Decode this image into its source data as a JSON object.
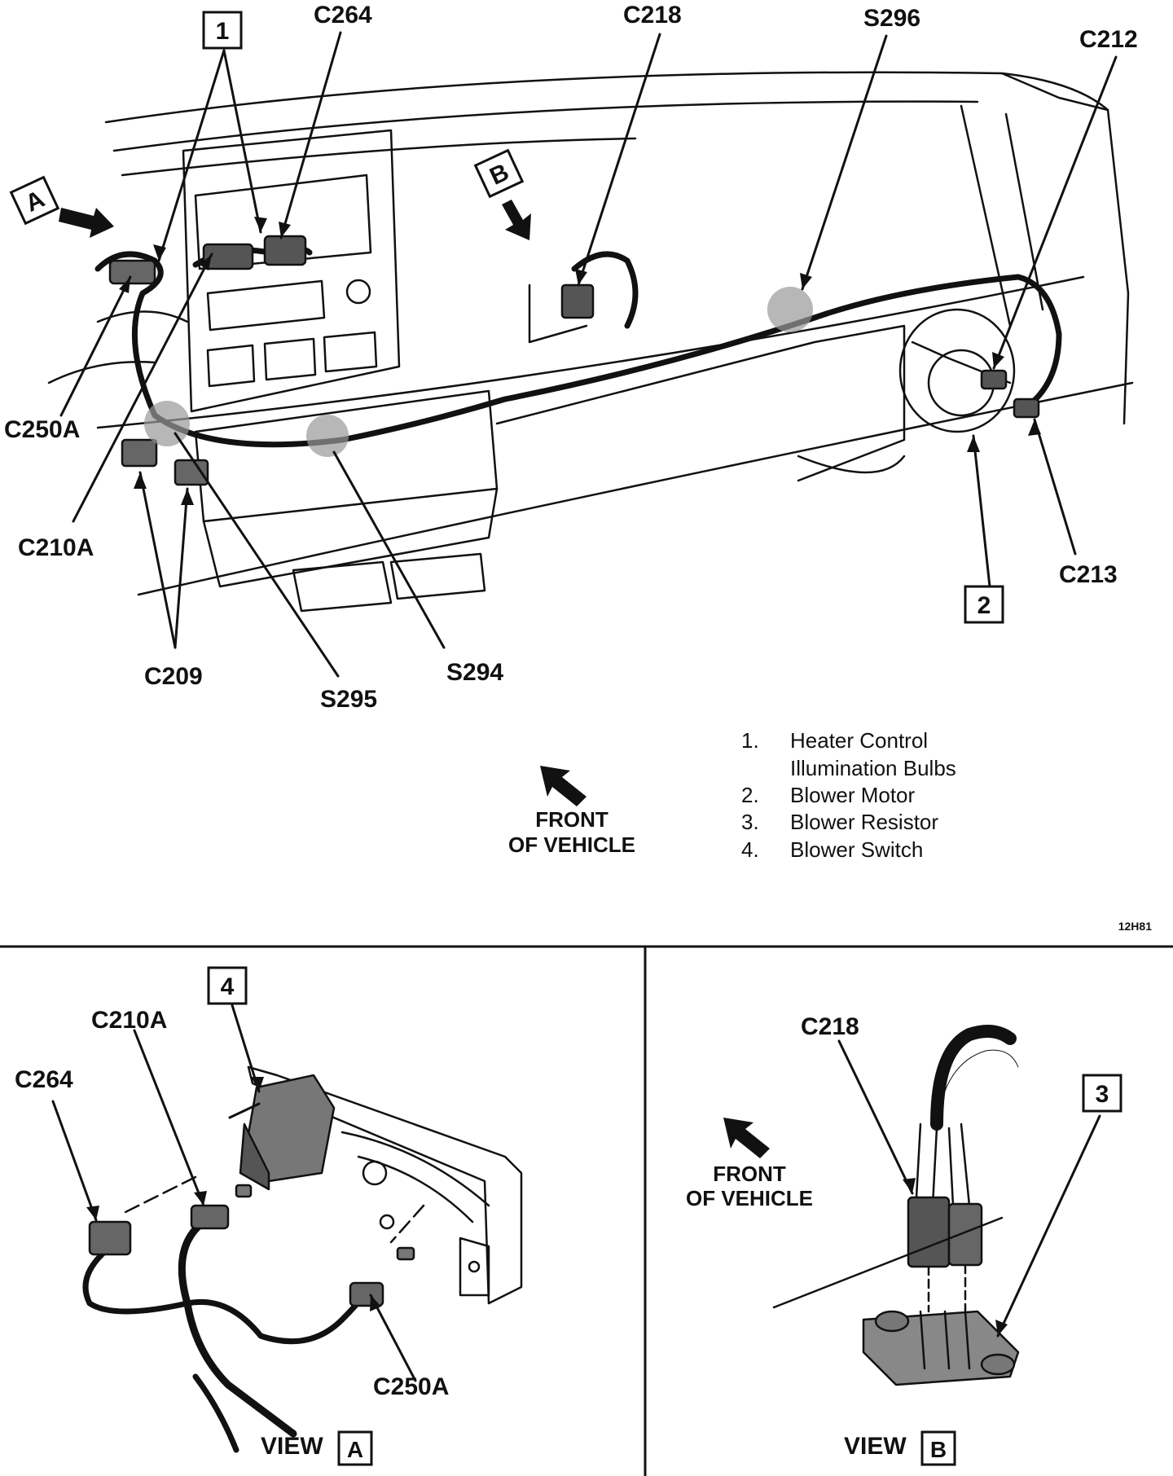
{
  "main_view": {
    "callouts": {
      "c264": "C264",
      "c218": "C218",
      "s296": "S296",
      "c212": "C212",
      "c250a": "C250A",
      "c210a": "C210A",
      "c209": "C209",
      "s295": "S295",
      "s294": "S294",
      "c213": "C213"
    },
    "boxes": {
      "item1": "1",
      "item2": "2",
      "view_a": "A",
      "view_b": "B"
    },
    "front_label": [
      "FRONT",
      "OF VEHICLE"
    ],
    "drawing_id": "12H81"
  },
  "legend": [
    {
      "num": "1.",
      "lines": [
        "Heater Control",
        "Illumination Bulbs"
      ]
    },
    {
      "num": "2.",
      "lines": [
        "Blower Motor"
      ]
    },
    {
      "num": "3.",
      "lines": [
        "Blower Resistor"
      ]
    },
    {
      "num": "4.",
      "lines": [
        "Blower Switch"
      ]
    }
  ],
  "view_a": {
    "title": "VIEW",
    "box": "A",
    "item_box": "4",
    "callouts": {
      "c210a": "C210A",
      "c264": "C264",
      "c250a": "C250A"
    }
  },
  "view_b": {
    "title": "VIEW",
    "box": "B",
    "item_box": "3",
    "callouts": {
      "c218": "C218"
    },
    "front_label": [
      "FRONT",
      "OF VEHICLE"
    ]
  }
}
